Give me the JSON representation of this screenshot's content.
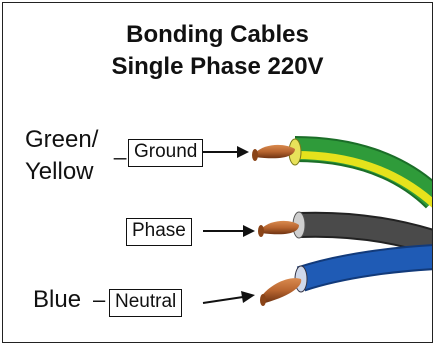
{
  "title": {
    "line1": "Bonding Cables",
    "line2": "Single Phase 220V"
  },
  "wires": [
    {
      "id": "ground",
      "color_name_line1": "Green/",
      "color_name_line2": "Yellow",
      "label": "Ground",
      "insulation": "#2f9b3a",
      "stripe": "#e6e21c"
    },
    {
      "id": "phase",
      "color_name_line1": "",
      "color_name_line2": "",
      "label": "Phase",
      "insulation": "#474747",
      "stripe": ""
    },
    {
      "id": "neutral",
      "color_name_line1": "Blue",
      "color_name_line2": "",
      "label": "Neutral",
      "insulation": "#1f5bb5",
      "stripe": ""
    }
  ],
  "colors": {
    "copper": "#b8652f",
    "copper_dark": "#7a3a14",
    "text": "#111111"
  }
}
